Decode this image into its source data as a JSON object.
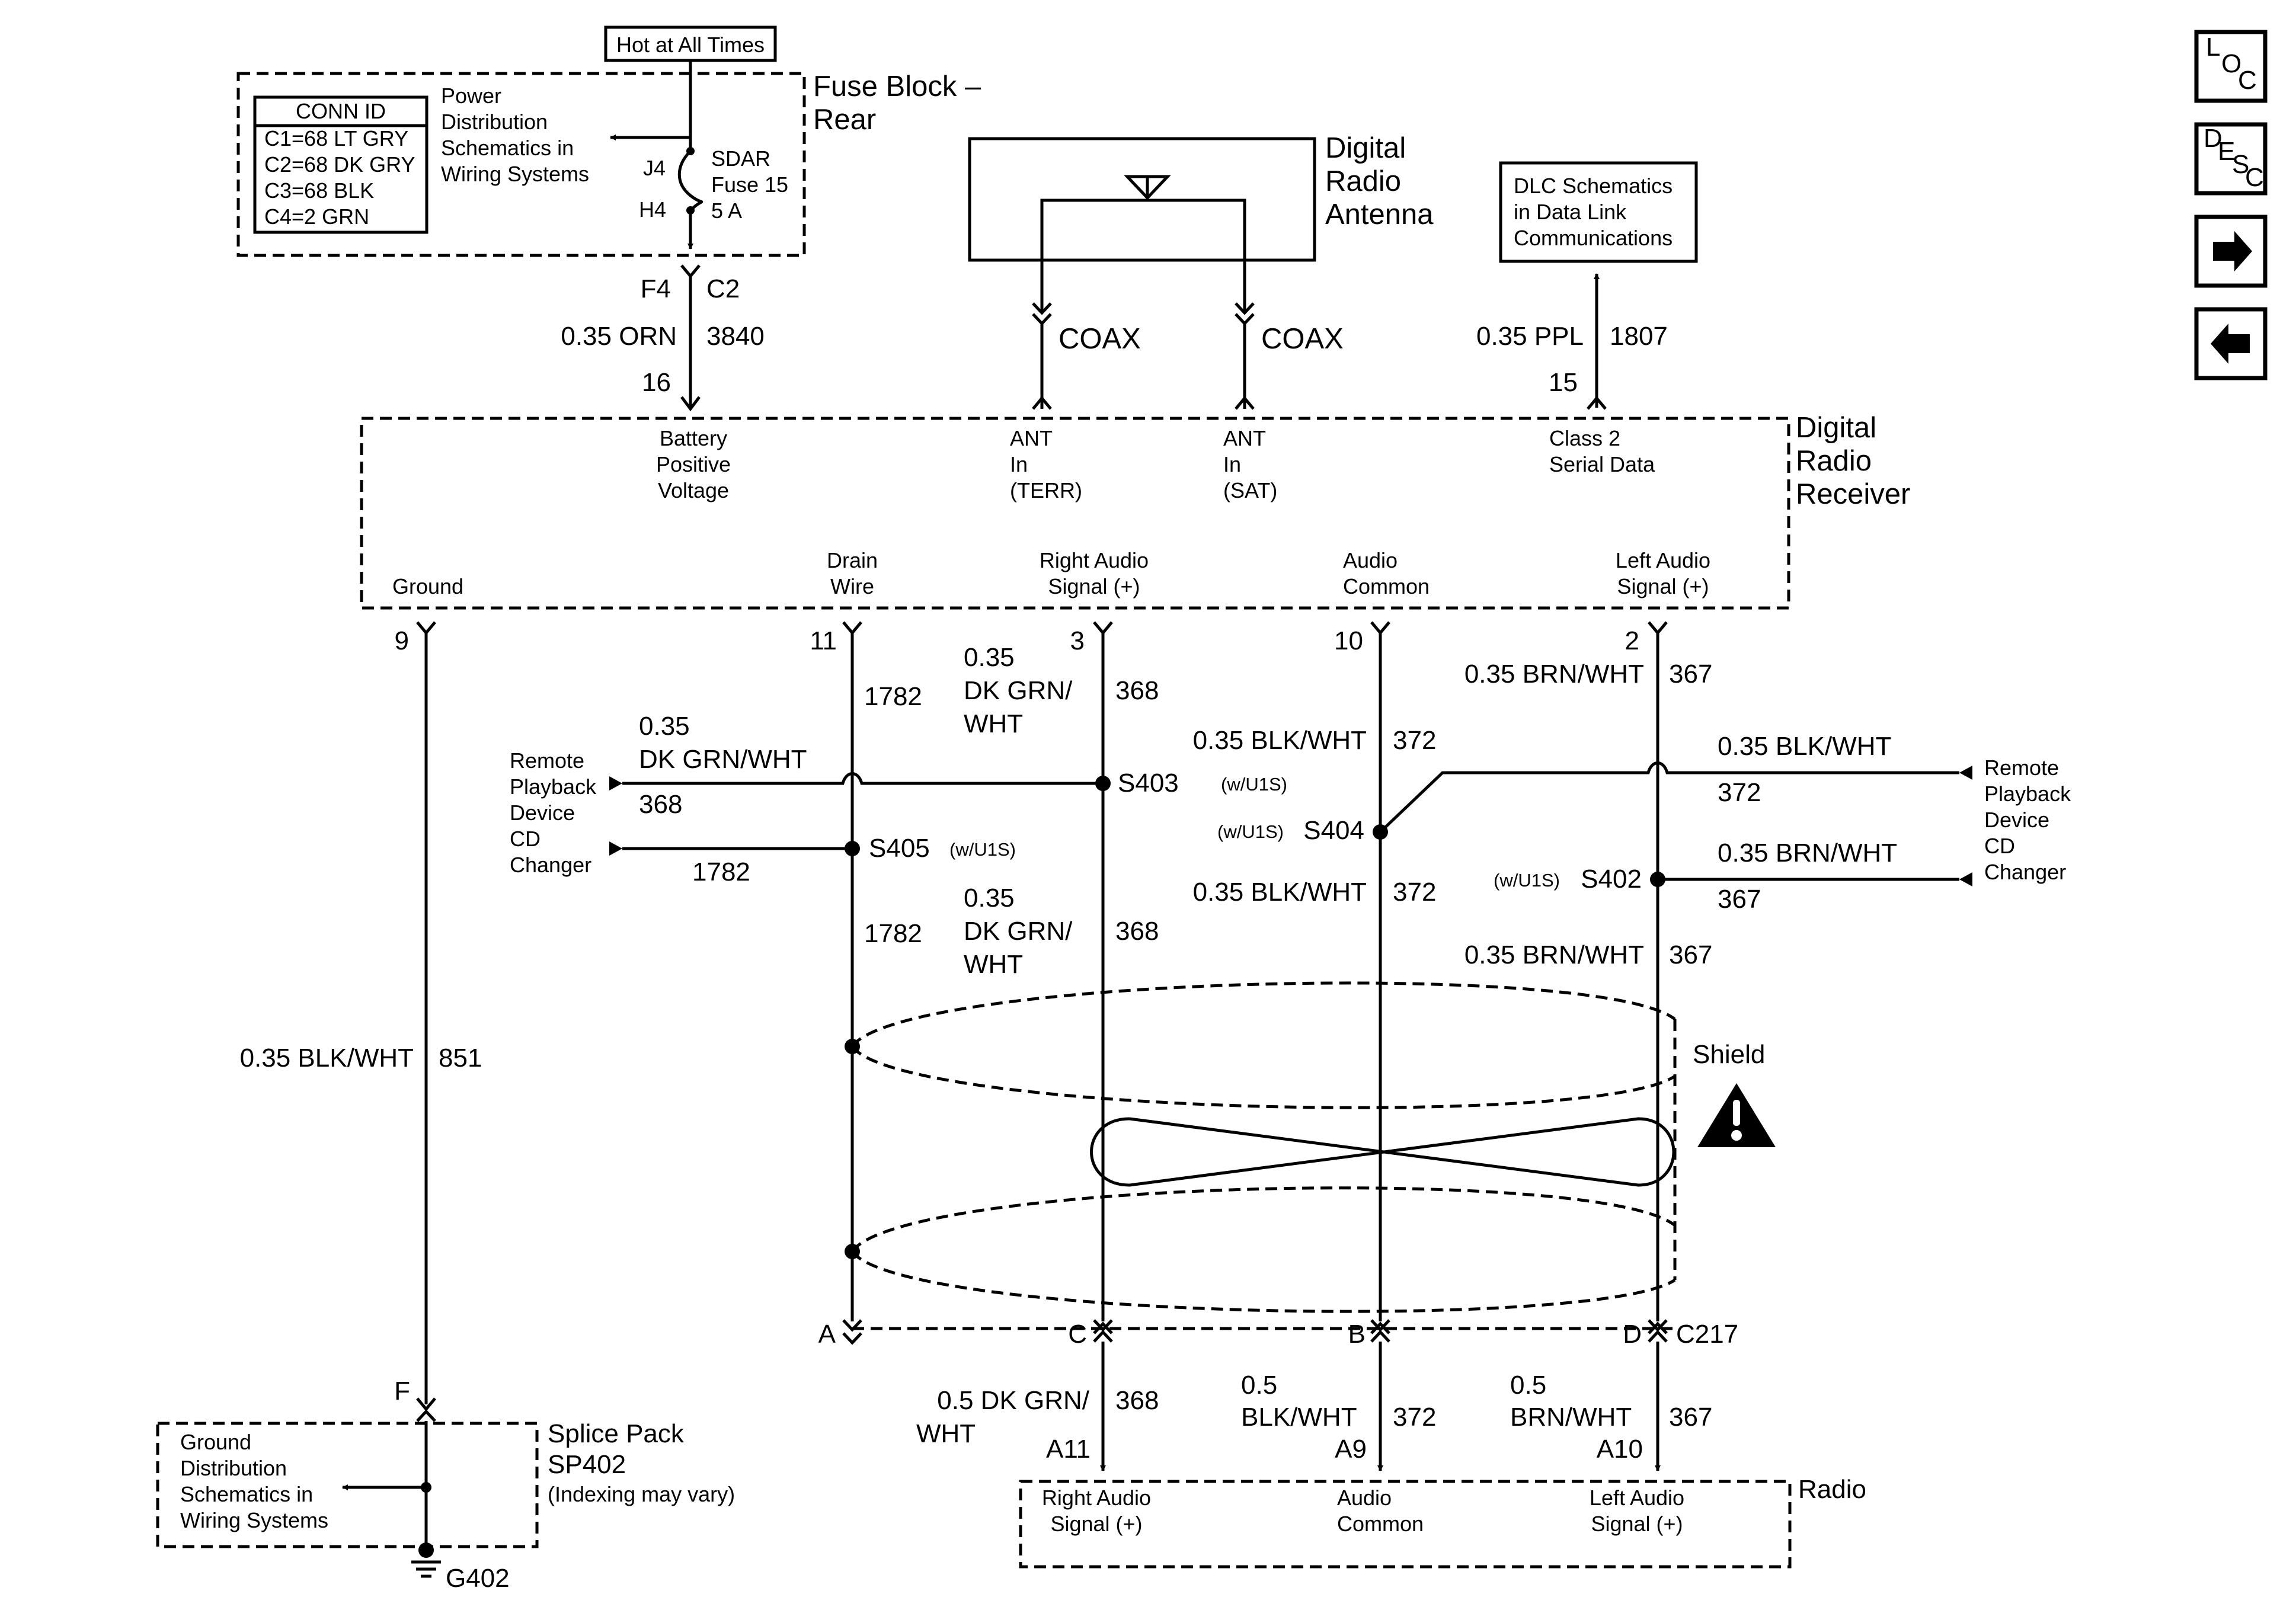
{
  "fuse_block": {
    "hot_label": "Hot at All Times",
    "title_line1": "Fuse Block –",
    "title_line2": "Rear",
    "conn_id_header": "CONN ID",
    "conn_ids": [
      "C1=68 LT GRY",
      "C2=68 DK GRY",
      "C3=68 BLK",
      "C4=2 GRN"
    ],
    "pdist_ref": [
      "Power",
      "Distribution",
      "Schematics in",
      "Wiring Systems"
    ],
    "pin_top": "J4",
    "pin_bottom": "H4",
    "fuse_label": [
      "SDAR",
      "Fuse 15",
      "5 A"
    ],
    "out_pin": "F4",
    "out_conn": "C2"
  },
  "antenna": {
    "title": [
      "Digital",
      "Radio",
      "Antenna"
    ],
    "coax_left": "COAX",
    "coax_right": "COAX"
  },
  "dlc": {
    "ref": [
      "DLC Schematics",
      "in Data Link",
      "Communications"
    ]
  },
  "wires_top": {
    "battery": {
      "size_color": "0.35 ORN",
      "circuit": "3840",
      "pin": "16"
    },
    "class2": {
      "size_color": "0.35 PPL",
      "circuit": "1807",
      "pin": "15"
    }
  },
  "receiver": {
    "title": [
      "Digital",
      "Radio",
      "Receiver"
    ],
    "battery_label": [
      "Battery",
      "Positive",
      "Voltage"
    ],
    "ant_terr": [
      "ANT",
      "In",
      "(TERR)"
    ],
    "ant_sat": [
      "ANT",
      "In",
      "(SAT)"
    ],
    "class2": [
      "Class 2",
      "Serial Data"
    ],
    "ground": "Ground",
    "drain": [
      "Drain",
      "Wire"
    ],
    "right_audio": [
      "Right Audio",
      "Signal (+)"
    ],
    "audio_common": [
      "Audio",
      "Common"
    ],
    "left_audio": [
      "Left Audio",
      "Signal (+)"
    ],
    "pins": {
      "ground": "9",
      "drain": "11",
      "right": "3",
      "common": "10",
      "left": "2"
    }
  },
  "wires_mid": {
    "drain_circuit": "1782",
    "right_size": [
      "0.35",
      "DK GRN/",
      "WHT"
    ],
    "right_circuit": "368",
    "left_size_color": "0.35 BRN/WHT",
    "left_circuit": "367",
    "common_size_color": "0.35 BLK/WHT",
    "common_circuit": "372",
    "ground_size_color": "0.35 BLK/WHT",
    "ground_circuit": "851"
  },
  "remote_left": {
    "label": [
      "Remote",
      "Playback",
      "Device",
      "CD",
      "Changer"
    ],
    "wire1_size": [
      "0.35",
      "DK GRN/WHT"
    ],
    "wire1_circuit": "368",
    "wire2_circuit": "1782"
  },
  "remote_right": {
    "label": [
      "Remote",
      "Playback",
      "Device",
      "CD",
      "Changer"
    ],
    "wire1_size_color": "0.35 BLK/WHT",
    "wire1_circuit": "372",
    "wire2_size_color": "0.35 BRN/WHT",
    "wire2_circuit": "367"
  },
  "splices": {
    "s403": "S403",
    "s405": "S405",
    "s404": "S404",
    "s402": "S402",
    "option": "(w/U1S)"
  },
  "shield": {
    "label": "Shield"
  },
  "c217": {
    "conn": "C217",
    "pins": {
      "a": "A",
      "c": "C",
      "b": "B",
      "d": "D"
    }
  },
  "wires_bottom": {
    "right_size": [
      "0.5 DK GRN/",
      "WHT"
    ],
    "right_circuit": "368",
    "right_pin": "A11",
    "common_size": [
      "0.5",
      "BLK/WHT"
    ],
    "common_circuit": "372",
    "common_pin": "A9",
    "left_size": [
      "0.5",
      "BRN/WHT"
    ],
    "left_circuit": "367",
    "left_pin": "A10"
  },
  "radio": {
    "title": "Radio",
    "right_audio": [
      "Right Audio",
      "Signal (+)"
    ],
    "audio_common": [
      "Audio",
      "Common"
    ],
    "left_audio": [
      "Left Audio",
      "Signal (+)"
    ]
  },
  "splice_pack": {
    "title": "Splice Pack",
    "name": "SP402",
    "note": "(Indexing may vary)",
    "pin": "F",
    "gnd_ref": [
      "Ground",
      "Distribution",
      "Schematics in",
      "Wiring Systems"
    ],
    "ground_name": "G402"
  },
  "nav": {
    "loc": [
      "L",
      "O",
      "C"
    ],
    "desc": [
      "D",
      "E",
      "S",
      "C"
    ],
    "next_icon": "arrow-right-icon",
    "prev_icon": "arrow-left-icon"
  }
}
